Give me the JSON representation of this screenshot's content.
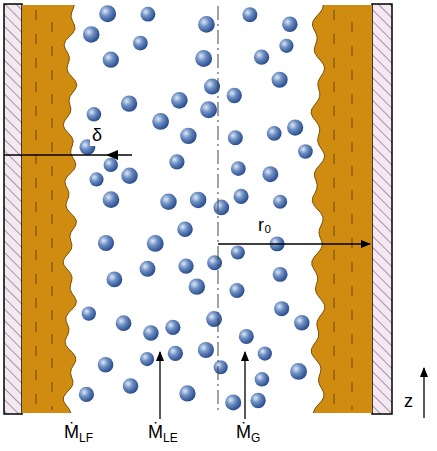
{
  "diagram": {
    "labels": [
      "δ",
      "r₀",
      "ṀLF",
      "ṀLE",
      "ṀG",
      "z"
    ]
  }
}
